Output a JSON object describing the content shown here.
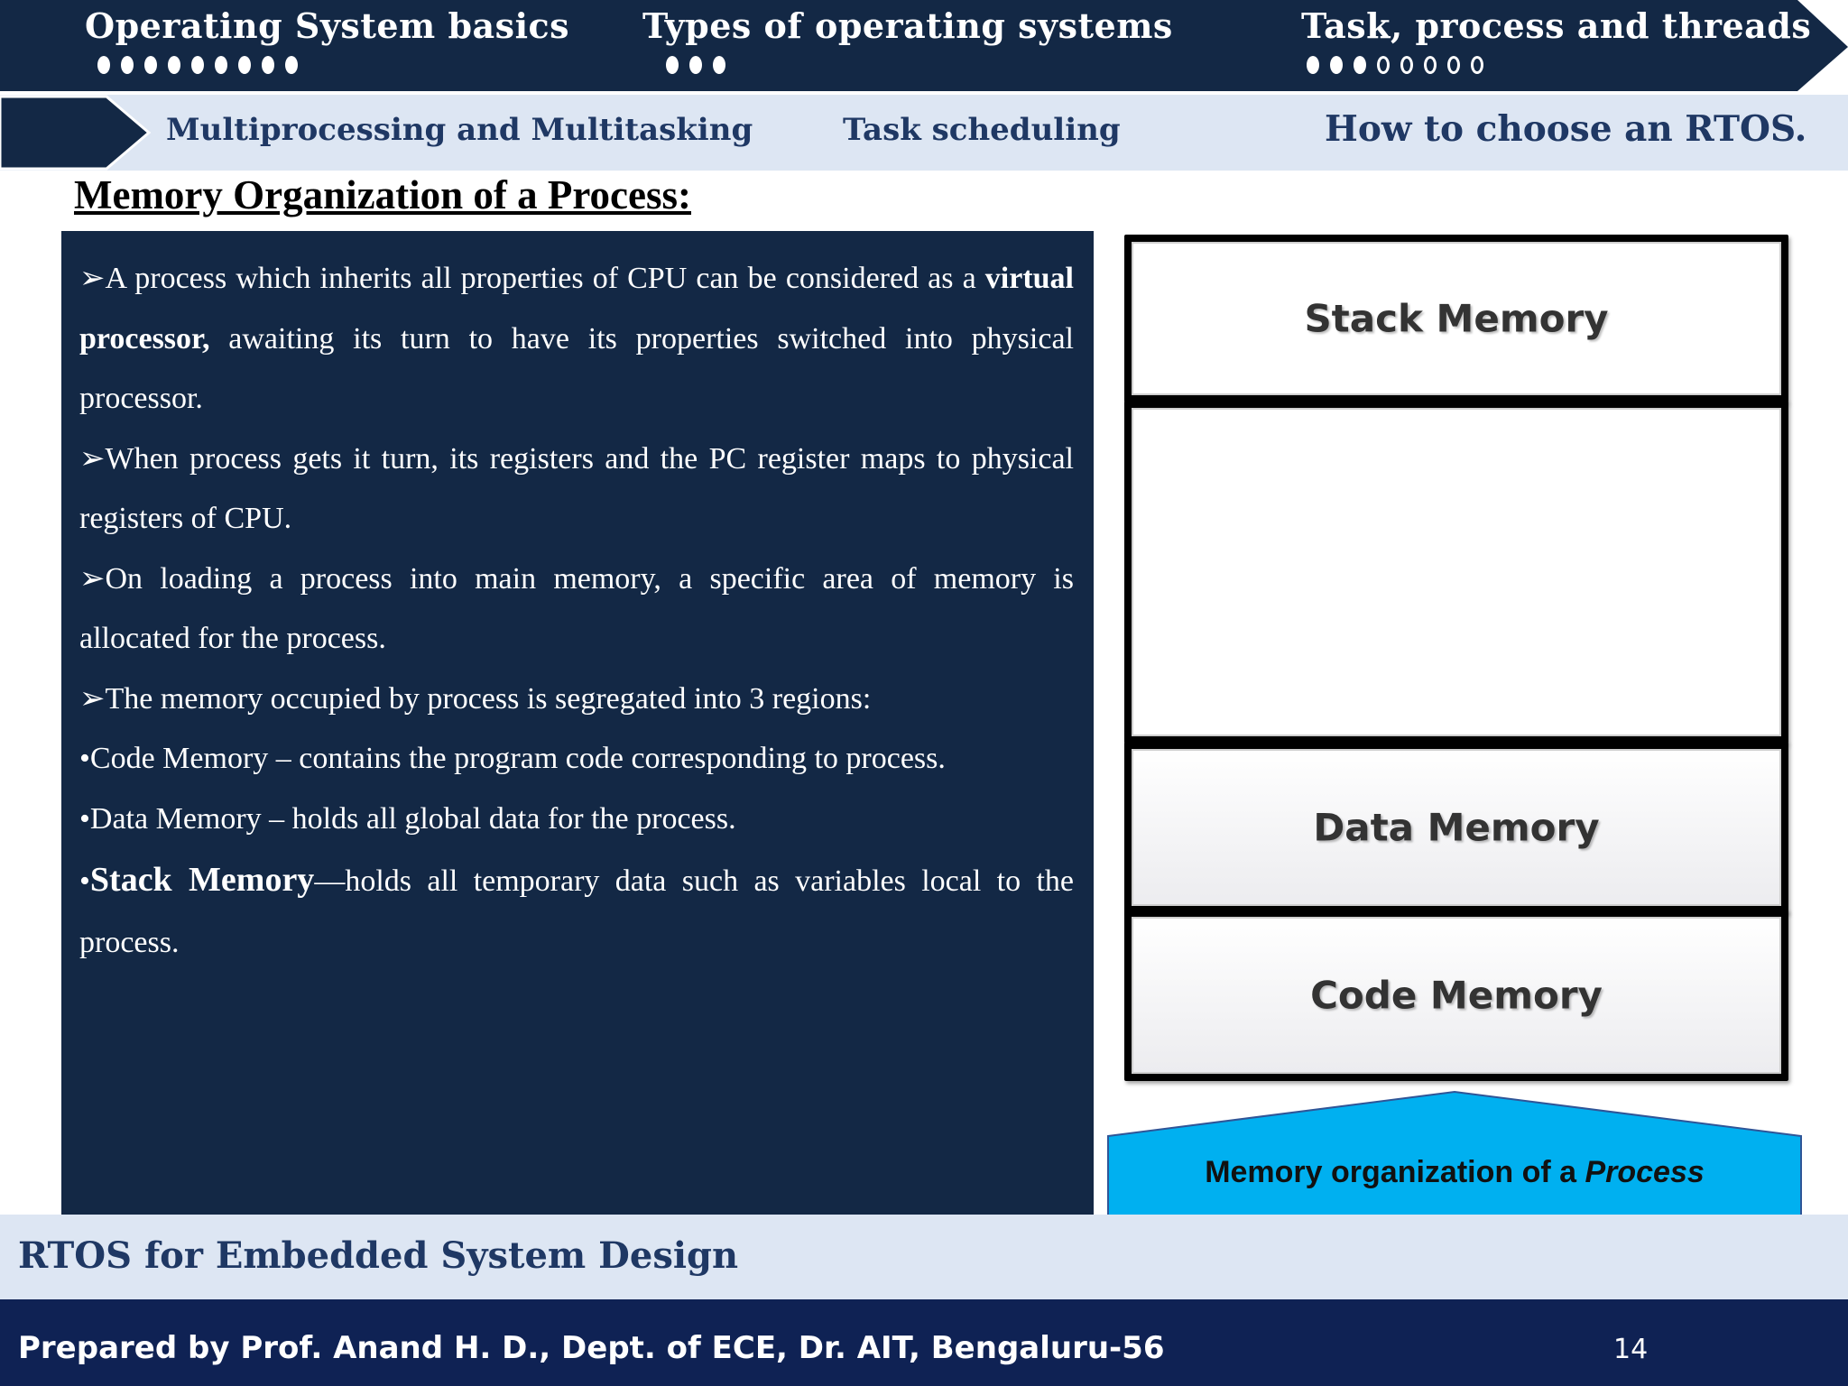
{
  "nav": {
    "top_items": [
      {
        "label": "Operating System basics",
        "dots_filled": 9,
        "dots_hollow": 0
      },
      {
        "label": "Types of operating systems",
        "dots_filled": 3,
        "dots_hollow": 0
      },
      {
        "label": "Task, process and threads",
        "dots_filled": 3,
        "dots_hollow": 5
      }
    ],
    "sub_items": [
      {
        "label": "Multiprocessing and Multitasking"
      },
      {
        "label": "Task scheduling"
      },
      {
        "label": "How to choose an RTOS."
      }
    ]
  },
  "page_title": "Memory Organization of a Process:",
  "content": {
    "p1_pre": "➢A process which inherits all properties of CPU can be considered as a ",
    "p1_bold": "virtual processor,",
    "p1_post": " awaiting its turn to have its properties switched into physical processor.",
    "p2": "➢When process gets it turn, its registers and the PC register maps to physical registers of CPU.",
    "p3": "➢On loading a process into main memory, a specific area of memory is allocated for the process.",
    "p4": "➢The memory occupied by process is segregated into 3 regions:",
    "p5": "•Code Memory – contains the program code corresponding to process.",
    "p6": "•Data Memory – holds all global data for the process.",
    "p7_bullet": "•",
    "p7_bold": "Stack Memory",
    "p7_post": "—holds all temporary data such as variables local to the process."
  },
  "diagram": {
    "stack_label": "Stack Memory",
    "data_label": "Data Memory",
    "code_label": "Code Memory",
    "caption_pre": "Memory organization of a ",
    "caption_italic": "Process"
  },
  "footer": {
    "course_title": "RTOS for Embedded System Design",
    "author": "Prepared by Prof. Anand H. D., Dept. of ECE,  Dr. AIT, Bengaluru-56",
    "page_number": "14"
  },
  "colors": {
    "navy": "#132845",
    "light_band": "#dde6f3",
    "footer_navy": "#0f2254",
    "caption_cyan": "#00b0f0",
    "heading_blue": "#1f3864"
  }
}
